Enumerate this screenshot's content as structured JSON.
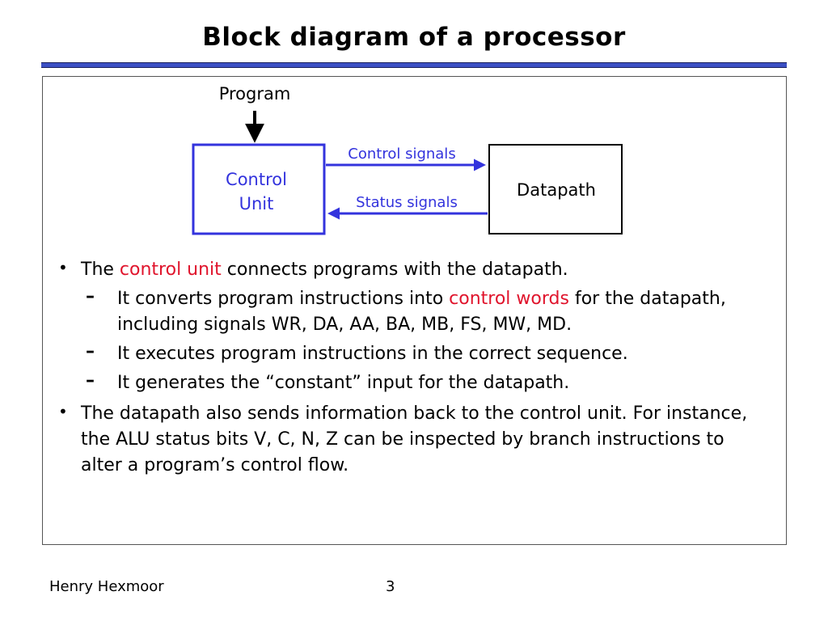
{
  "slide": {
    "title": "Block diagram of a processor",
    "footer_author": "Henry Hexmoor",
    "page_number": "3"
  },
  "diagram": {
    "program_label": "Program",
    "control_unit_line1": "Control",
    "control_unit_line2": "Unit",
    "datapath_label": "Datapath",
    "control_signals_label": "Control signals",
    "status_signals_label": "Status signals",
    "colors": {
      "blue": "#3333dd",
      "black": "#000000"
    }
  },
  "bullets": {
    "b1_pre": "The ",
    "b1_highlight": "control unit",
    "b1_post": " connects programs with the datapath.",
    "s1_pre": "It converts program instructions into ",
    "s1_highlight": "control words",
    "s1_post": " for the datapath, including signals WR, DA, AA, BA, MB, FS, MW, MD.",
    "s2": "It executes program instructions in the correct sequence.",
    "s3": "It generates the “constant” input for the datapath.",
    "b2": "The datapath also sends information back to the control unit. For instance, the ALU status bits V, C, N, Z can be inspected by branch instructions to alter a program’s control flow.",
    "bullet_mark": "•",
    "dash_mark": "–",
    "highlight_color": "#e0142c"
  }
}
